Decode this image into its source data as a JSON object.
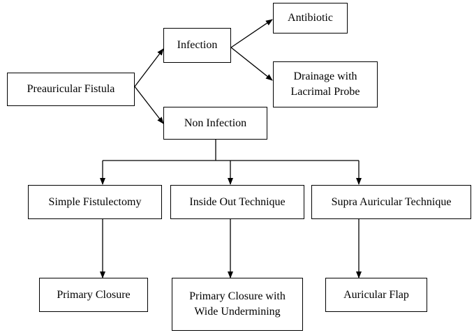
{
  "nodes": {
    "root": "Preauricular Fistula",
    "infection": "Infection",
    "antibiotic": "Antibiotic",
    "drainage_line1": "Drainage with",
    "drainage_line2": "Lacrimal Probe",
    "non_infection": "Non Infection",
    "simple": "Simple Fistulectomy",
    "inside_out": "Inside Out Technique",
    "supra": "Supra Auricular Technique",
    "primary": "Primary Closure",
    "primary_wide_line1": "Primary Closure with",
    "primary_wide_line2": "Wide Undermining",
    "flap": "Auricular Flap"
  }
}
